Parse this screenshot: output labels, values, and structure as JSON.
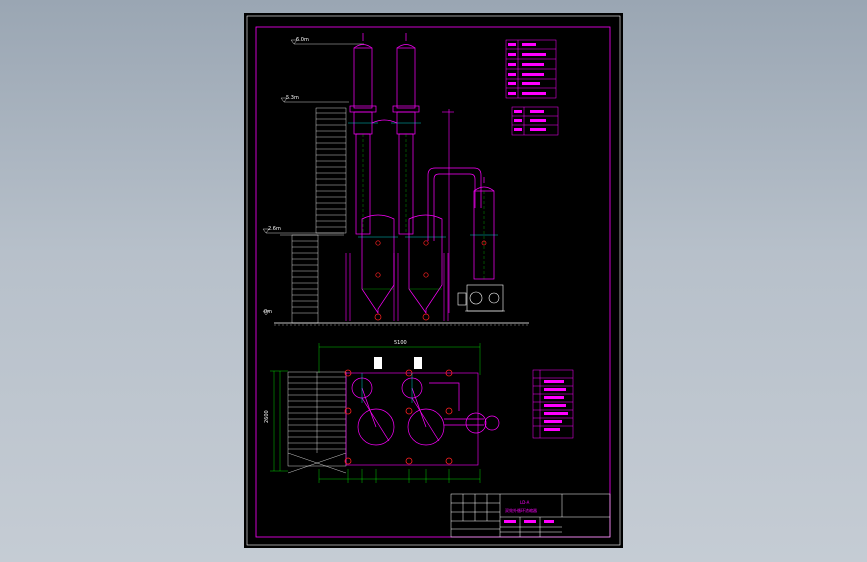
{
  "elevations": {
    "top": "6.0m",
    "upper": "5.3m",
    "mid": "2.6m",
    "ground": "0m"
  },
  "dimensions": {
    "plan_width": "5100",
    "plan_height": "2600"
  },
  "title_block": {
    "drawing_no": "LD-A",
    "drawing_title": "双效外循环浓缩器"
  },
  "colors": {
    "sheet": "#000000",
    "border": "#ff00ff",
    "equipment": "#ff00ff",
    "dimension": "#00ff00",
    "structure": "#ffffff",
    "accent_red": "#ff2020",
    "accent_cyan": "#00ffff",
    "background": "#aab4bf"
  }
}
